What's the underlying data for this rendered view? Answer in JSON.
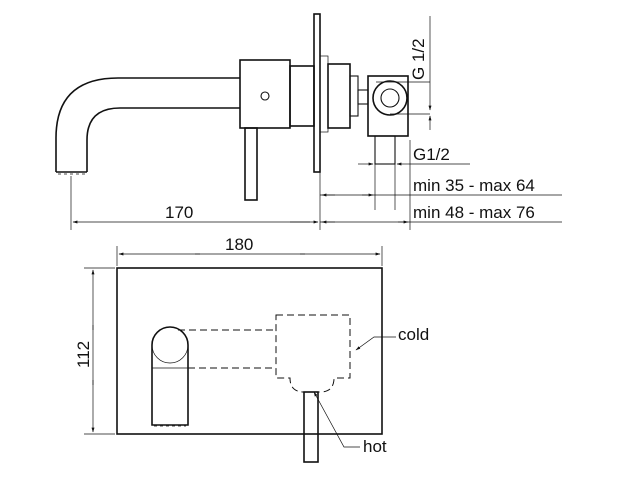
{
  "dimensions": {
    "thread_top": "G 1/2",
    "thread_side": "G1/2",
    "depth_range_1": "min 35 - max 64",
    "depth_range_2": "min 48 - max 76",
    "spout_length": "170",
    "plate_width": "180",
    "plate_height": "112"
  },
  "labels": {
    "cold": "cold",
    "hot": "hot"
  }
}
